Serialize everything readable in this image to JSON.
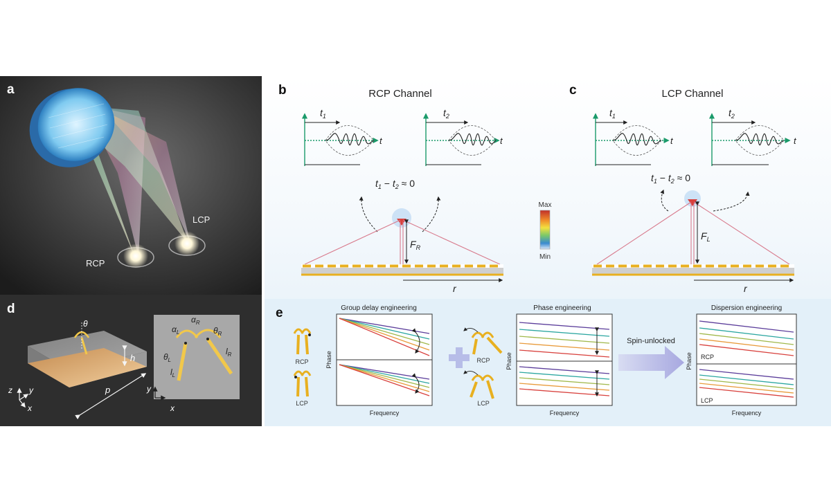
{
  "colors": {
    "dark_bg": "#2b2b2b",
    "light_panel": "#e3f0f9",
    "gold": "#e8b020",
    "pink_line": "#d87a8c",
    "green_axis": "#1a9a6a",
    "purple": "#5a3c9a",
    "teal": "#2aa6a0",
    "olive": "#a0b84a",
    "orange": "#e89a3a",
    "red": "#d8403c"
  },
  "panel_a": {
    "letter": "a",
    "rcp": "RCP",
    "lcp": "LCP"
  },
  "panel_b": {
    "letter": "b",
    "title": "RCP Channel",
    "t1_base": "t",
    "t1_sub": "1",
    "t2_base": "t",
    "t2_sub": "2",
    "axis_t": "t",
    "eq_t": "t",
    "eq_1": "1",
    "eq_minus": " − ",
    "eq_t2": "t",
    "eq_2": "2",
    "eq_rest": " ≈ 0",
    "focal_base": "F",
    "focal_sub": "R",
    "radial": "r"
  },
  "panel_c": {
    "letter": "c",
    "title": "LCP Channel",
    "t1_base": "t",
    "t1_sub": "1",
    "t2_base": "t",
    "t2_sub": "2",
    "axis_t": "t",
    "eq_t": "t",
    "eq_1": "1",
    "eq_minus": " − ",
    "eq_t2": "t",
    "eq_2": "2",
    "eq_rest": " ≈ 0",
    "focal_base": "F",
    "focal_sub": "L",
    "radial": "r"
  },
  "colorbar": {
    "max": "Max",
    "min": "Min"
  },
  "panel_d": {
    "letter": "d",
    "theta": "θ",
    "h": "h",
    "p": "p",
    "z": "z",
    "y": "y",
    "x": "x",
    "alpha_base": "α",
    "alpha_L": "L",
    "alpha_R": "R",
    "theta_base": "θ",
    "theta_L": "L",
    "theta_R": "R",
    "l_base": "l",
    "l_L": "L",
    "l_R": "R",
    "y2": "y",
    "x2": "x"
  },
  "panel_e": {
    "letter": "e",
    "group_title": "Group delay engineering",
    "phase_title": "Phase engineering",
    "dispersion_title": "Dispersion engineering",
    "rcp": "RCP",
    "lcp": "LCP",
    "phase_label": "Phase",
    "frequency_label": "Frequency",
    "spin_unlocked": "Spin-unlocked",
    "plus": "+"
  }
}
